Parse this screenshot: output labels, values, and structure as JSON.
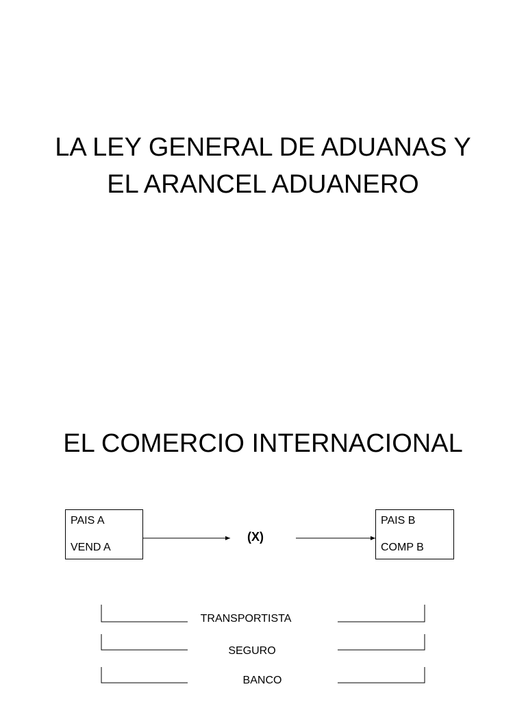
{
  "slide1": {
    "title_line1": "LA LEY GENERAL DE ADUANAS Y",
    "title_line2": "EL ARANCEL ADUANERO"
  },
  "slide2": {
    "title": "EL COMERCIO INTERNACIONAL",
    "box_left": {
      "line1": "PAIS A",
      "line2": "VEND A"
    },
    "center_label": "(X)",
    "box_right": {
      "line1": "PAIS B",
      "line2": "COMP B"
    },
    "services": [
      "TRANSPORTISTA",
      "SEGURO",
      "BANCO"
    ]
  }
}
